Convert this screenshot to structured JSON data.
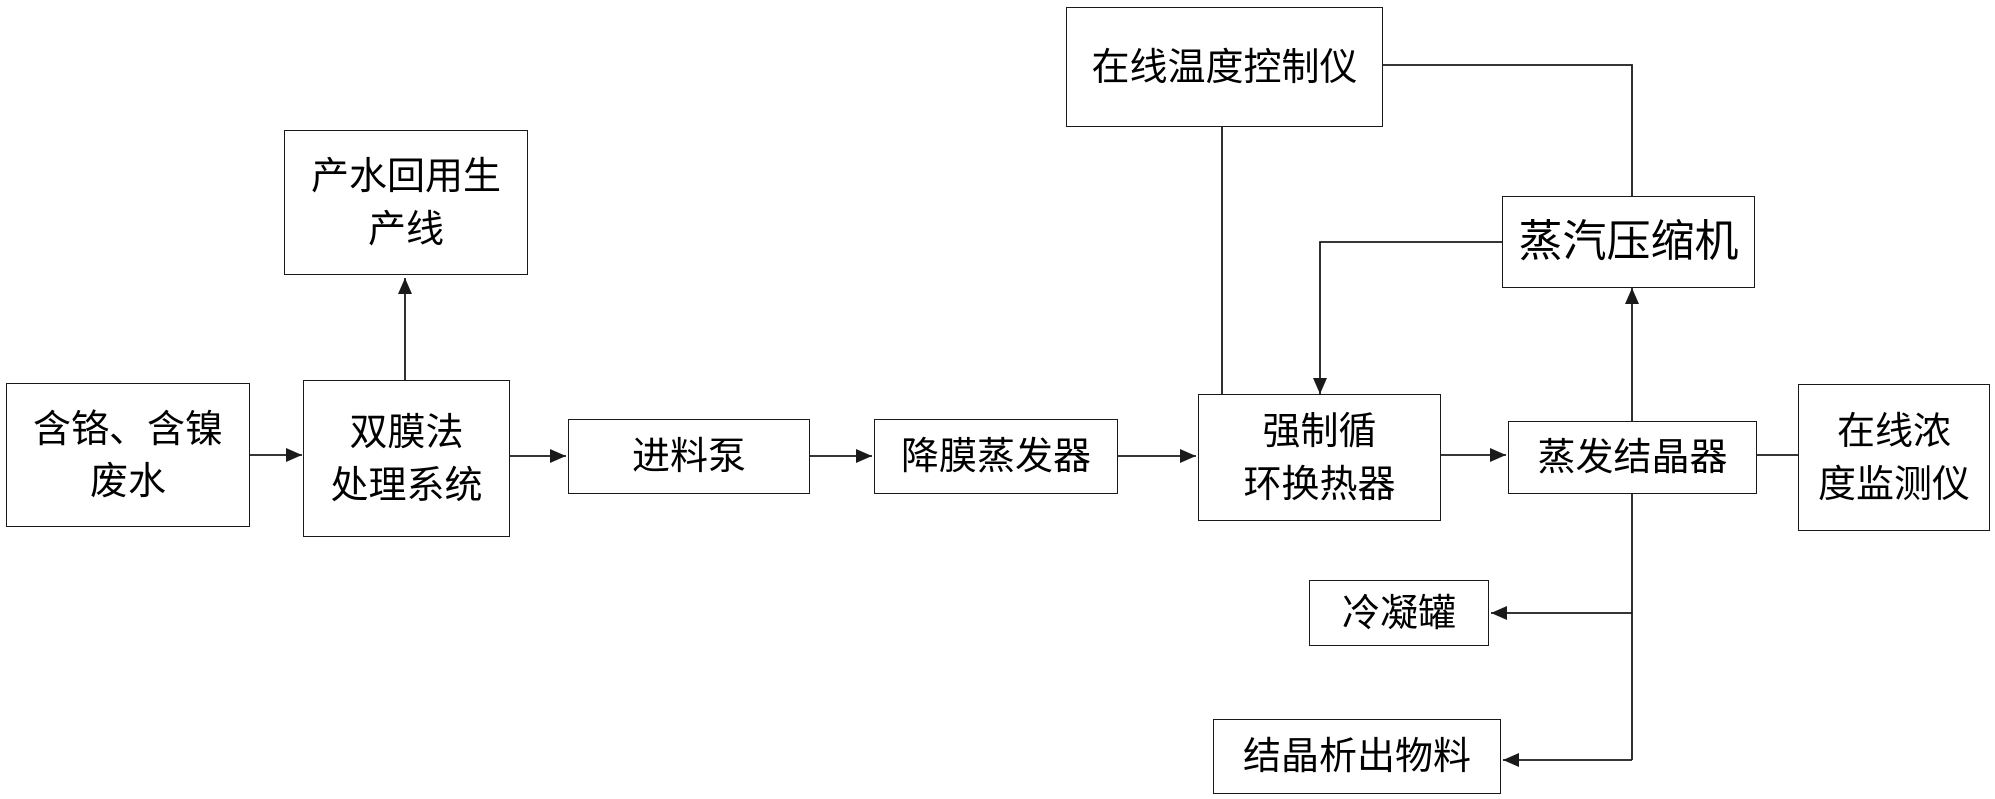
{
  "diagram": {
    "nodes": {
      "wastewater": "含铬、含镍\n废水",
      "dual_membrane": "双膜法\n处理系统",
      "reuse": "产水回用生\n产线",
      "feed_pump": "进料泵",
      "falling_film": "降膜蒸发器",
      "forced_circulation": "强制循\n环换热器",
      "temp_controller": "在线温度控制仪",
      "compressor": "蒸汽压缩机",
      "crystallizer": "蒸发结晶器",
      "concentration_monitor": "在线浓\n度监测仪",
      "condensate_tank": "冷凝罐",
      "crystal_output": "结晶析出物料"
    },
    "colors": {
      "line": "#1a1a1a",
      "text": "#000000",
      "background": "#ffffff"
    }
  }
}
